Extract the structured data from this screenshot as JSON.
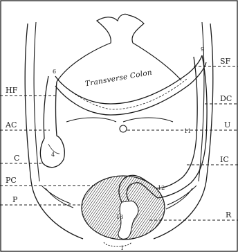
{
  "diagram": {
    "region_labels": {
      "hf": "HF",
      "ac": "AC",
      "c": "C",
      "pc": "PC",
      "p": "P",
      "sf": "SF",
      "dc": "DC",
      "u": "U",
      "ic": "IC",
      "r": "R"
    },
    "organ_label": "Transverse Colon",
    "small_labels": {
      "n_6": "6",
      "n_9": "9",
      "n_11": "11",
      "n_12": "12",
      "n_4": "4",
      "n_13": "13",
      "n_1": "1"
    }
  }
}
